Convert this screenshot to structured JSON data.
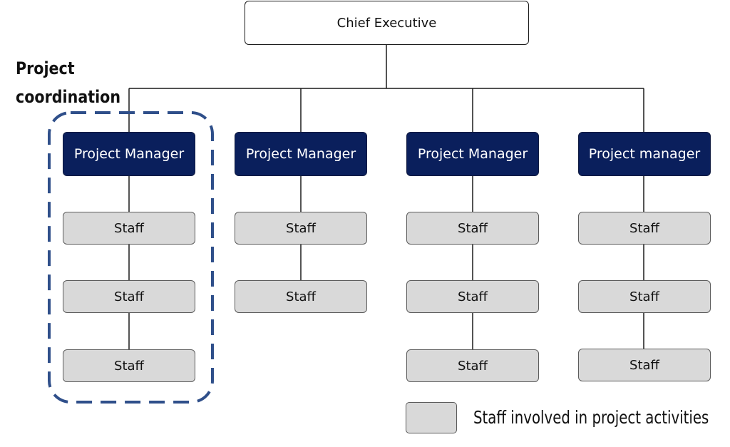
{
  "colors": {
    "manager_fill": "#0a1f5c",
    "staff_fill": "#d9d9d9",
    "highlight_dash": "#2f4f8a",
    "line": "#1a1a1a"
  },
  "org": {
    "top": "Chief Executive",
    "managers": [
      {
        "label": "Project Manager",
        "staff": [
          "Staff",
          "Staff",
          "Staff"
        ]
      },
      {
        "label": "Project Manager",
        "staff": [
          "Staff",
          "Staff"
        ]
      },
      {
        "label": "Project Manager",
        "staff": [
          "Staff",
          "Staff",
          "Staff"
        ]
      },
      {
        "label": "Project manager",
        "staff": [
          "Staff",
          "Staff",
          "Staff"
        ]
      }
    ]
  },
  "highlight": {
    "title_line1": "Project",
    "title_line2": "coordination",
    "highlighted_group": 1
  },
  "legend": {
    "label": "Staff involved in project activities"
  }
}
